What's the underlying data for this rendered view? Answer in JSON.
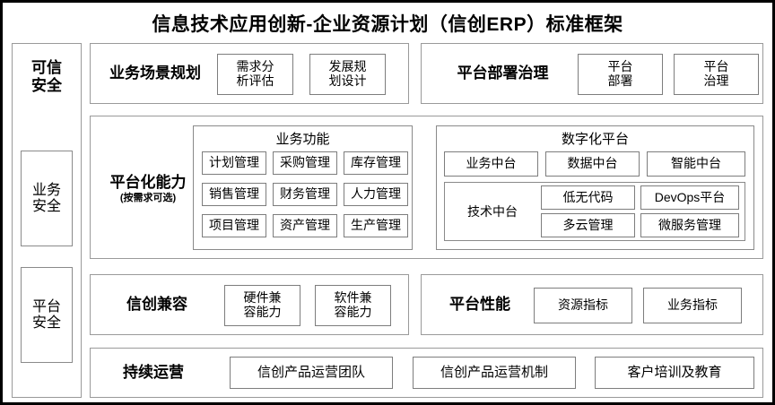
{
  "header": {
    "title": "信息技术应用创新-企业资源计划（信创ERP）标准框架"
  },
  "sidebar": {
    "name": "可信安全",
    "items": [
      {
        "label": "业务安全"
      },
      {
        "label": "平台安全"
      }
    ]
  },
  "rows": {
    "business_scenario": {
      "label": "业务场景规划",
      "items": [
        {
          "label": "需求分\n析评估"
        },
        {
          "label": "发展规\n划设计"
        }
      ]
    },
    "platform_deploy": {
      "label": "平台部署治理",
      "items": [
        {
          "label": "平台\n部署"
        },
        {
          "label": "平台\n治理"
        }
      ]
    },
    "platform_capability": {
      "label": "平台化能力",
      "sublabel": "(按需求可选)",
      "business_function": {
        "title": "业务功能",
        "items": [
          {
            "label": "计划管理"
          },
          {
            "label": "采购管理"
          },
          {
            "label": "库存管理"
          },
          {
            "label": "销售管理"
          },
          {
            "label": "财务管理"
          },
          {
            "label": "人力管理"
          },
          {
            "label": "项目管理"
          },
          {
            "label": "资产管理"
          },
          {
            "label": "生产管理"
          }
        ]
      },
      "digital_platform": {
        "title": "数字化平台",
        "middle_platforms": [
          {
            "label": "业务中台"
          },
          {
            "label": "数据中台"
          },
          {
            "label": "智能中台"
          }
        ],
        "tech_platform": {
          "label": "技术中台",
          "items": [
            {
              "label": "低无代码"
            },
            {
              "label": "DevOps平台"
            },
            {
              "label": "多云管理"
            },
            {
              "label": "微服务管理"
            }
          ]
        }
      }
    },
    "compatibility": {
      "label": "信创兼容",
      "items": [
        {
          "label": "硬件兼\n容能力"
        },
        {
          "label": "软件兼\n容能力"
        }
      ]
    },
    "performance": {
      "label": "平台性能",
      "items": [
        {
          "label": "资源指标"
        },
        {
          "label": "业务指标"
        }
      ]
    },
    "operations": {
      "label": "持续运营",
      "items": [
        {
          "label": "信创产品运营团队"
        },
        {
          "label": "信创产品运营机制"
        },
        {
          "label": "客户培训及教育"
        }
      ]
    }
  },
  "colors": {
    "frame_border": "#000000",
    "box_border": "#9a9a9a",
    "cell_border": "#7d7d7d",
    "background": "#ffffff",
    "text": "#000000"
  }
}
